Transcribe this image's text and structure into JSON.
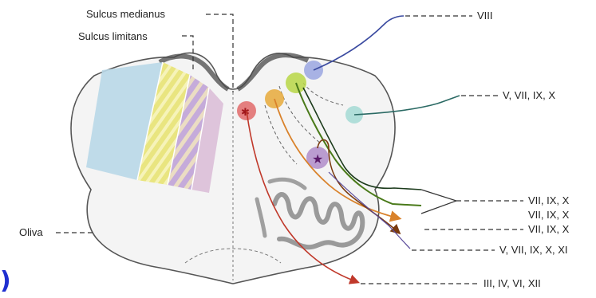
{
  "labels": {
    "sulcus_medianus": "Sulcus medianus",
    "sulcus_limitans": "Sulcus limitans",
    "oliva": "Oliva",
    "viii": "VIII",
    "v_vii_ix_x": "V, VII, IX, X",
    "vii_ix_x_1": "VII, IX, X",
    "vii_ix_x_2": "VII, IX, X",
    "vii_ix_x_3": "VII, IX, X",
    "v_vii_ix_x_xi": "V, VII, IX, X, XI",
    "iii_iv_vi_xii": "III, IV, VI, XII"
  },
  "stray_glyph": ")",
  "colors": {
    "nucleus_viii": "#9aa6e0",
    "nucleus_v_vii_ix_x_sensory": "#a9dcd6",
    "nucleus_vii_ix_x_special": "#b7d645",
    "nucleus_vii_ix_x_visceral": "#e6a93a",
    "nucleus_somatomotor": "#e06a6a",
    "nucleus_ambiguus": "#a77fc4",
    "zone_blue": "#b9d8e8",
    "zone_yellow": "#e8e47a",
    "zone_violet": "#c3a7d9",
    "zone_pink": "#dcbfd8",
    "text_accent": "#1f2fd0"
  }
}
